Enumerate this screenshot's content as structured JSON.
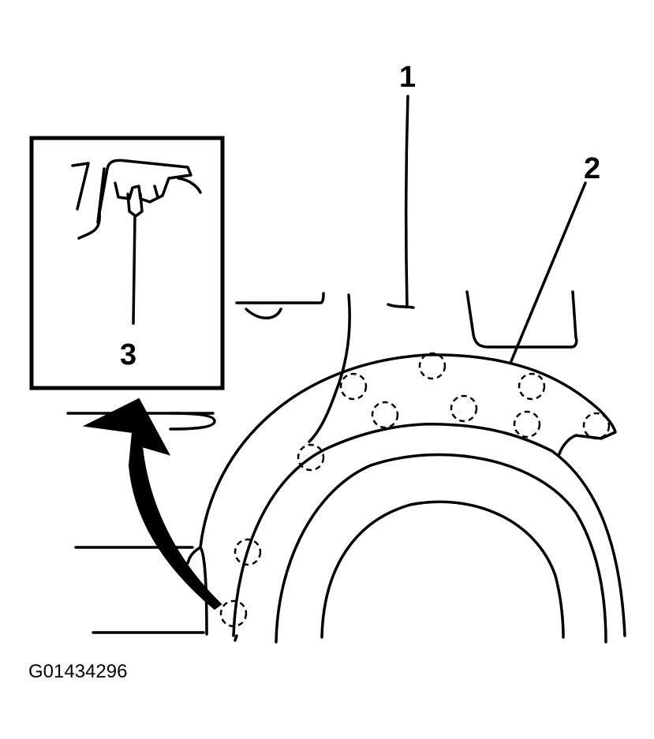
{
  "callouts": {
    "c1": "1",
    "c2": "2",
    "c3": "3"
  },
  "figure_code": "G01434296",
  "colors": {
    "ink": "#000000",
    "background": "#ffffff"
  }
}
